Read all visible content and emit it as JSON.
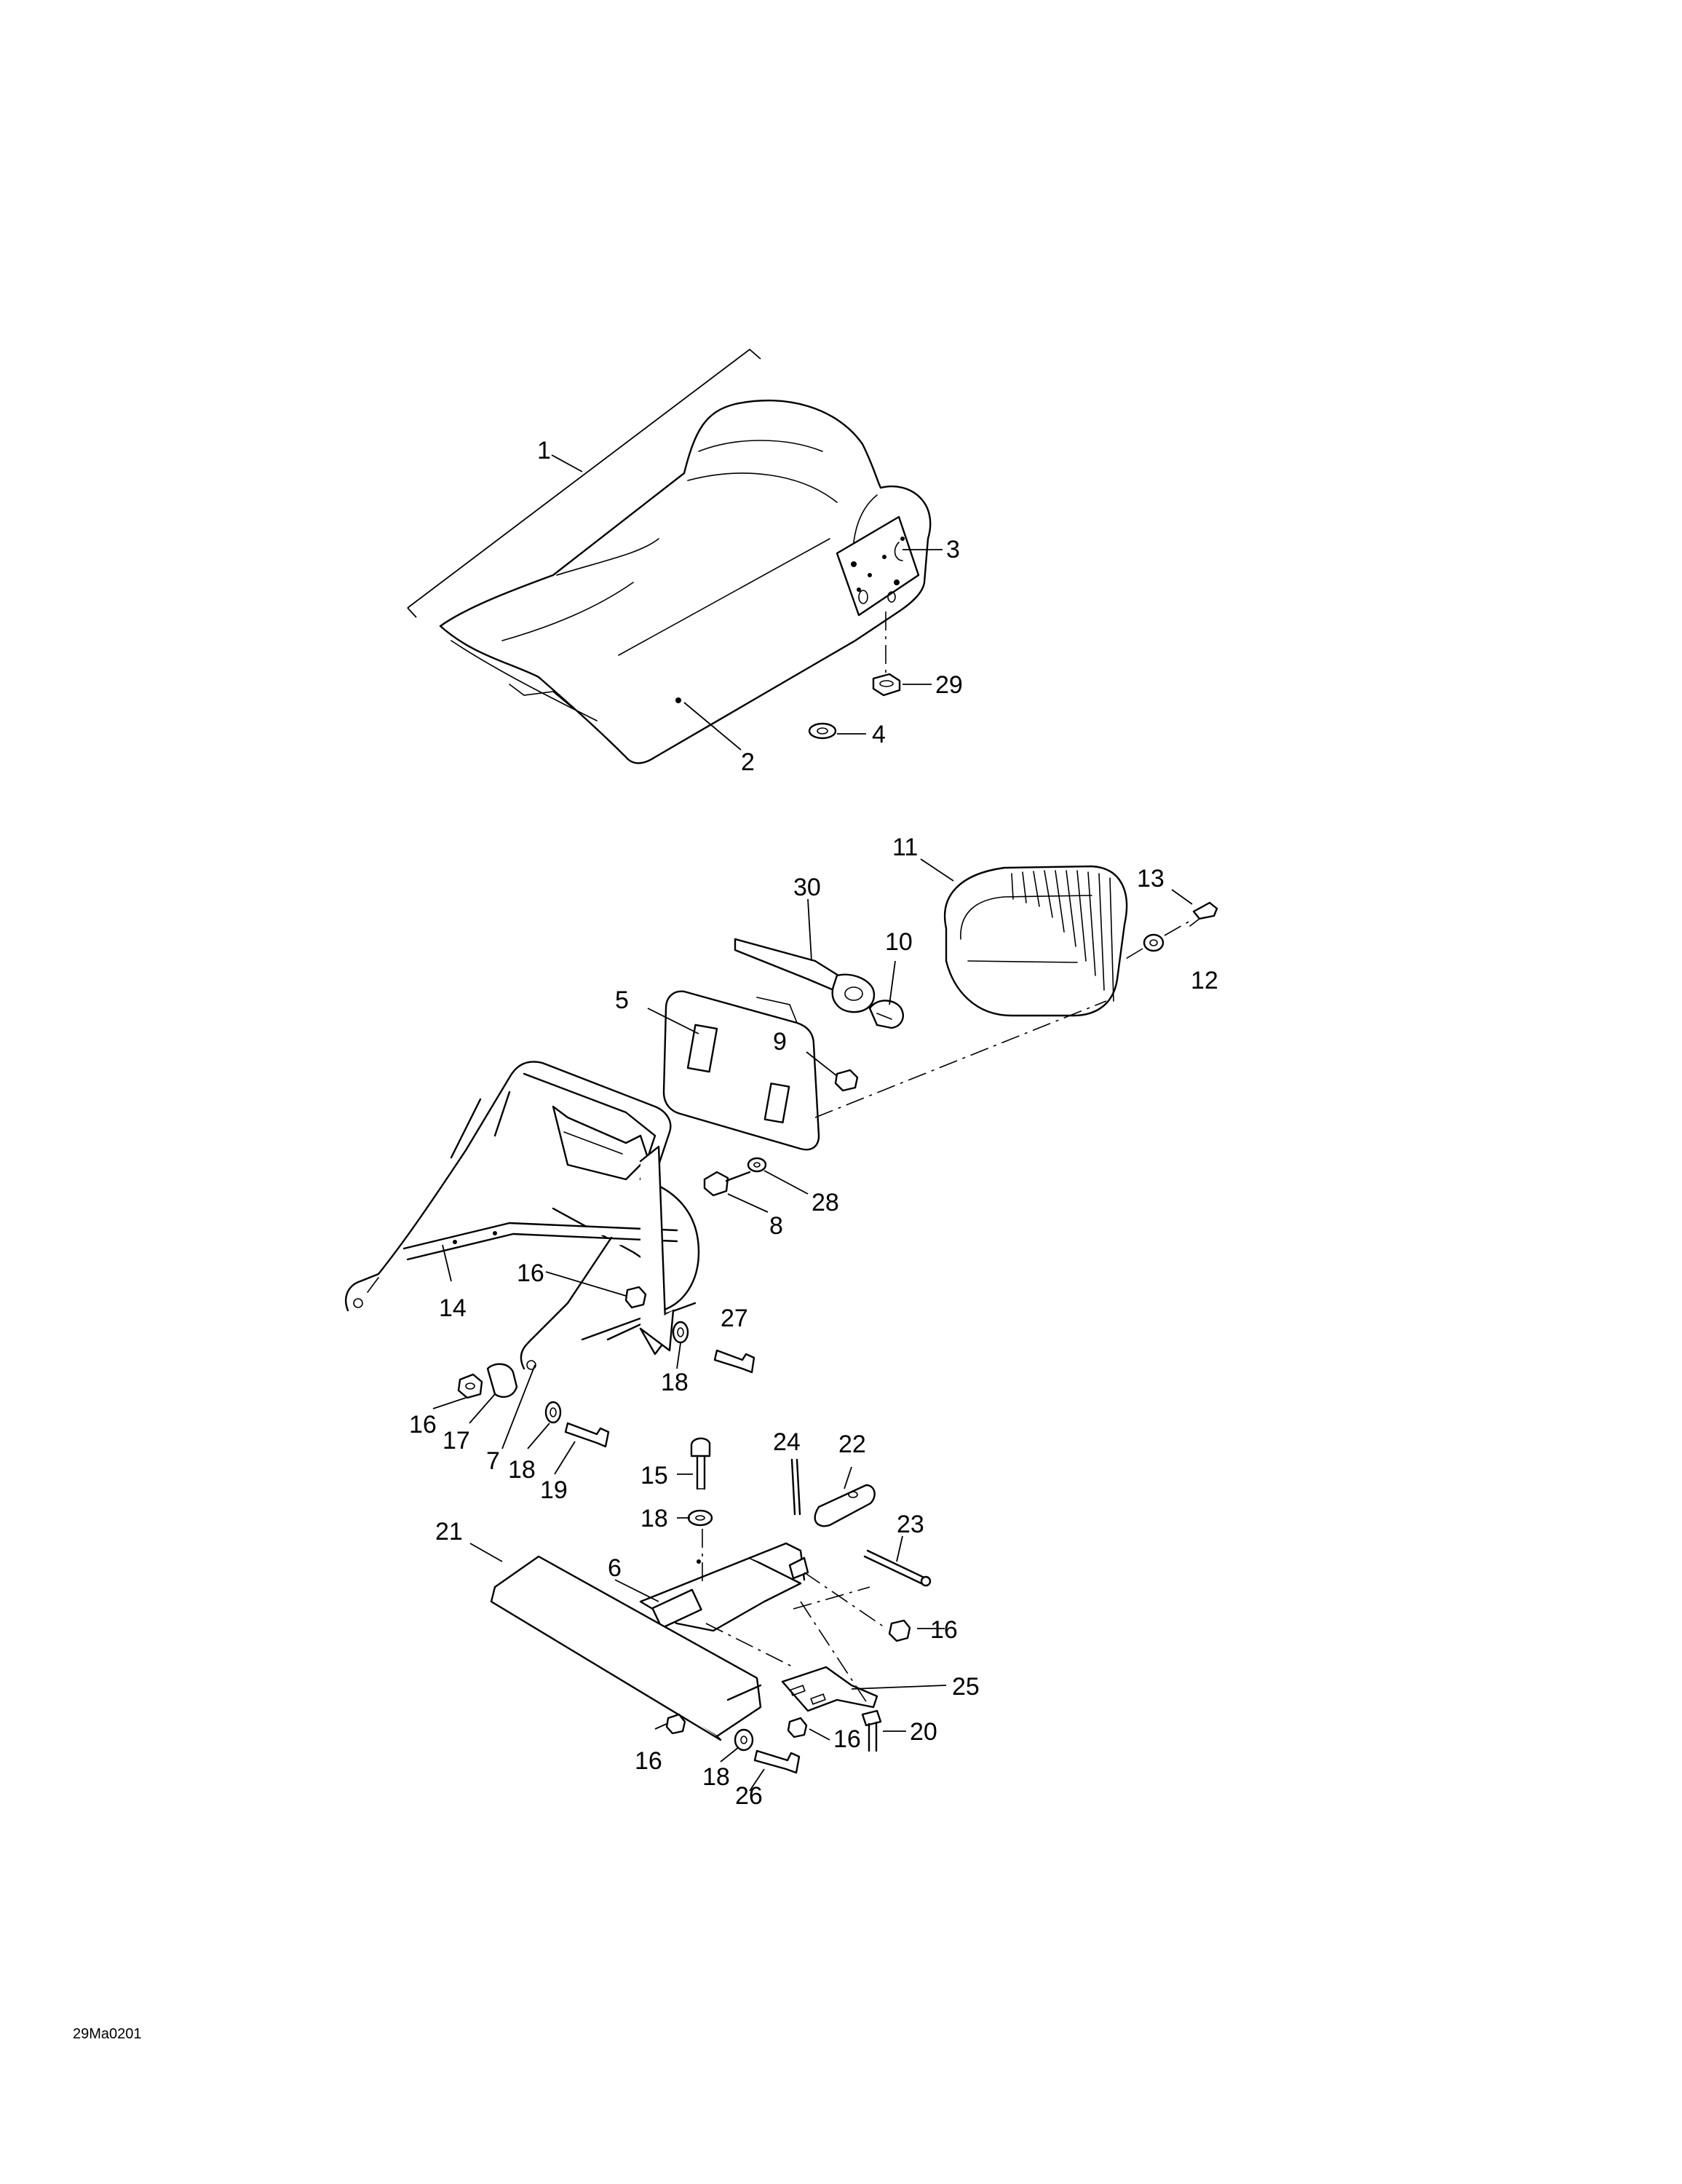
{
  "diagram": {
    "reference_code": "29Ma0201",
    "callouts": [
      {
        "id": "1",
        "label": "1"
      },
      {
        "id": "2",
        "label": "2"
      },
      {
        "id": "3",
        "label": "3"
      },
      {
        "id": "4",
        "label": "4"
      },
      {
        "id": "29",
        "label": "29"
      },
      {
        "id": "11",
        "label": "11"
      },
      {
        "id": "13",
        "label": "13"
      },
      {
        "id": "12",
        "label": "12"
      },
      {
        "id": "30",
        "label": "30"
      },
      {
        "id": "10",
        "label": "10"
      },
      {
        "id": "5",
        "label": "5"
      },
      {
        "id": "9",
        "label": "9"
      },
      {
        "id": "28",
        "label": "28"
      },
      {
        "id": "8",
        "label": "8"
      },
      {
        "id": "14",
        "label": "14"
      },
      {
        "id": "16a",
        "label": "16"
      },
      {
        "id": "27",
        "label": "27"
      },
      {
        "id": "18a",
        "label": "18"
      },
      {
        "id": "16b",
        "label": "16"
      },
      {
        "id": "17",
        "label": "17"
      },
      {
        "id": "7",
        "label": "7"
      },
      {
        "id": "18b",
        "label": "18"
      },
      {
        "id": "19",
        "label": "19"
      },
      {
        "id": "24",
        "label": "24"
      },
      {
        "id": "22",
        "label": "22"
      },
      {
        "id": "15",
        "label": "15"
      },
      {
        "id": "18c",
        "label": "18"
      },
      {
        "id": "23",
        "label": "23"
      },
      {
        "id": "21",
        "label": "21"
      },
      {
        "id": "6",
        "label": "6"
      },
      {
        "id": "16c",
        "label": "16"
      },
      {
        "id": "25",
        "label": "25"
      },
      {
        "id": "20",
        "label": "20"
      },
      {
        "id": "16d",
        "label": "16"
      },
      {
        "id": "16e",
        "label": "16"
      },
      {
        "id": "18d",
        "label": "18"
      },
      {
        "id": "26",
        "label": "26"
      }
    ]
  }
}
